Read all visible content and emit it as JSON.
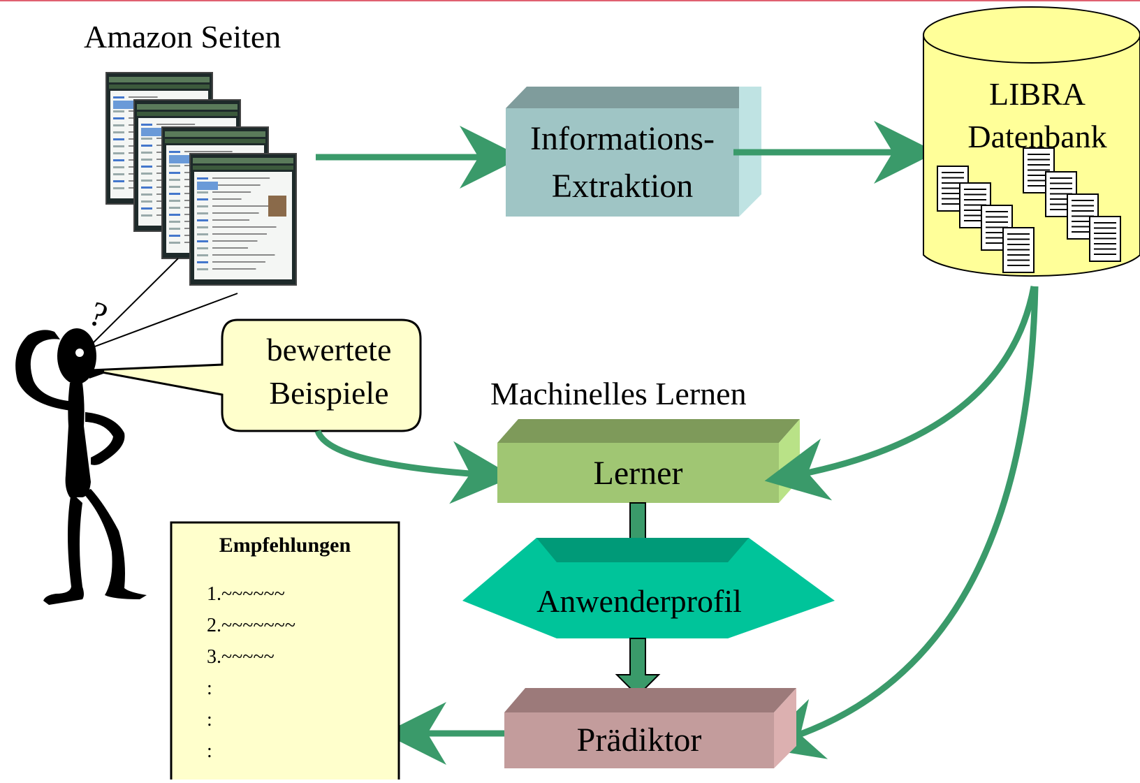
{
  "colors": {
    "arrow": "#3a9a6a",
    "top_border": "#e06070",
    "extraction_front": "#9fc5c5",
    "extraction_top": "#7f9c9c",
    "extraction_side": "#bfe3e3",
    "db_fill": "#ffff99",
    "learner_front": "#a0c673",
    "learner_top": "#7e9a5a",
    "learner_side": "#b9e287",
    "profile_fill": "#00c49a",
    "profile_top": "#009a78",
    "predictor_front": "#c39c9c",
    "predictor_top": "#9c7a7a",
    "predictor_side": "#dcb0b0",
    "bubble_fill": "#ffffcc",
    "reco_fill": "#ffffcc"
  },
  "amazon": {
    "title": "Amazon Seiten",
    "icon": "web-page-stack-icon"
  },
  "extraction": {
    "line1": "Informations-",
    "line2": "Extraktion"
  },
  "database": {
    "line1": "LIBRA",
    "line2": "Datenbank",
    "icon": "document-stack-icon"
  },
  "user": {
    "icon": "thinking-person-icon",
    "question": "?"
  },
  "bubble": {
    "line1": "bewertete",
    "line2": "Beispiele"
  },
  "ml": {
    "title": "Machinelles Lernen"
  },
  "learner": {
    "label": "Lerner"
  },
  "profile": {
    "label": "Anwenderprofil"
  },
  "predictor": {
    "label": "Prädiktor"
  },
  "recommendations": {
    "title": "Empfehlungen",
    "items": [
      "1.~~~~~~",
      "2.~~~~~~~",
      "3.~~~~~",
      ":",
      ":",
      ":"
    ]
  }
}
